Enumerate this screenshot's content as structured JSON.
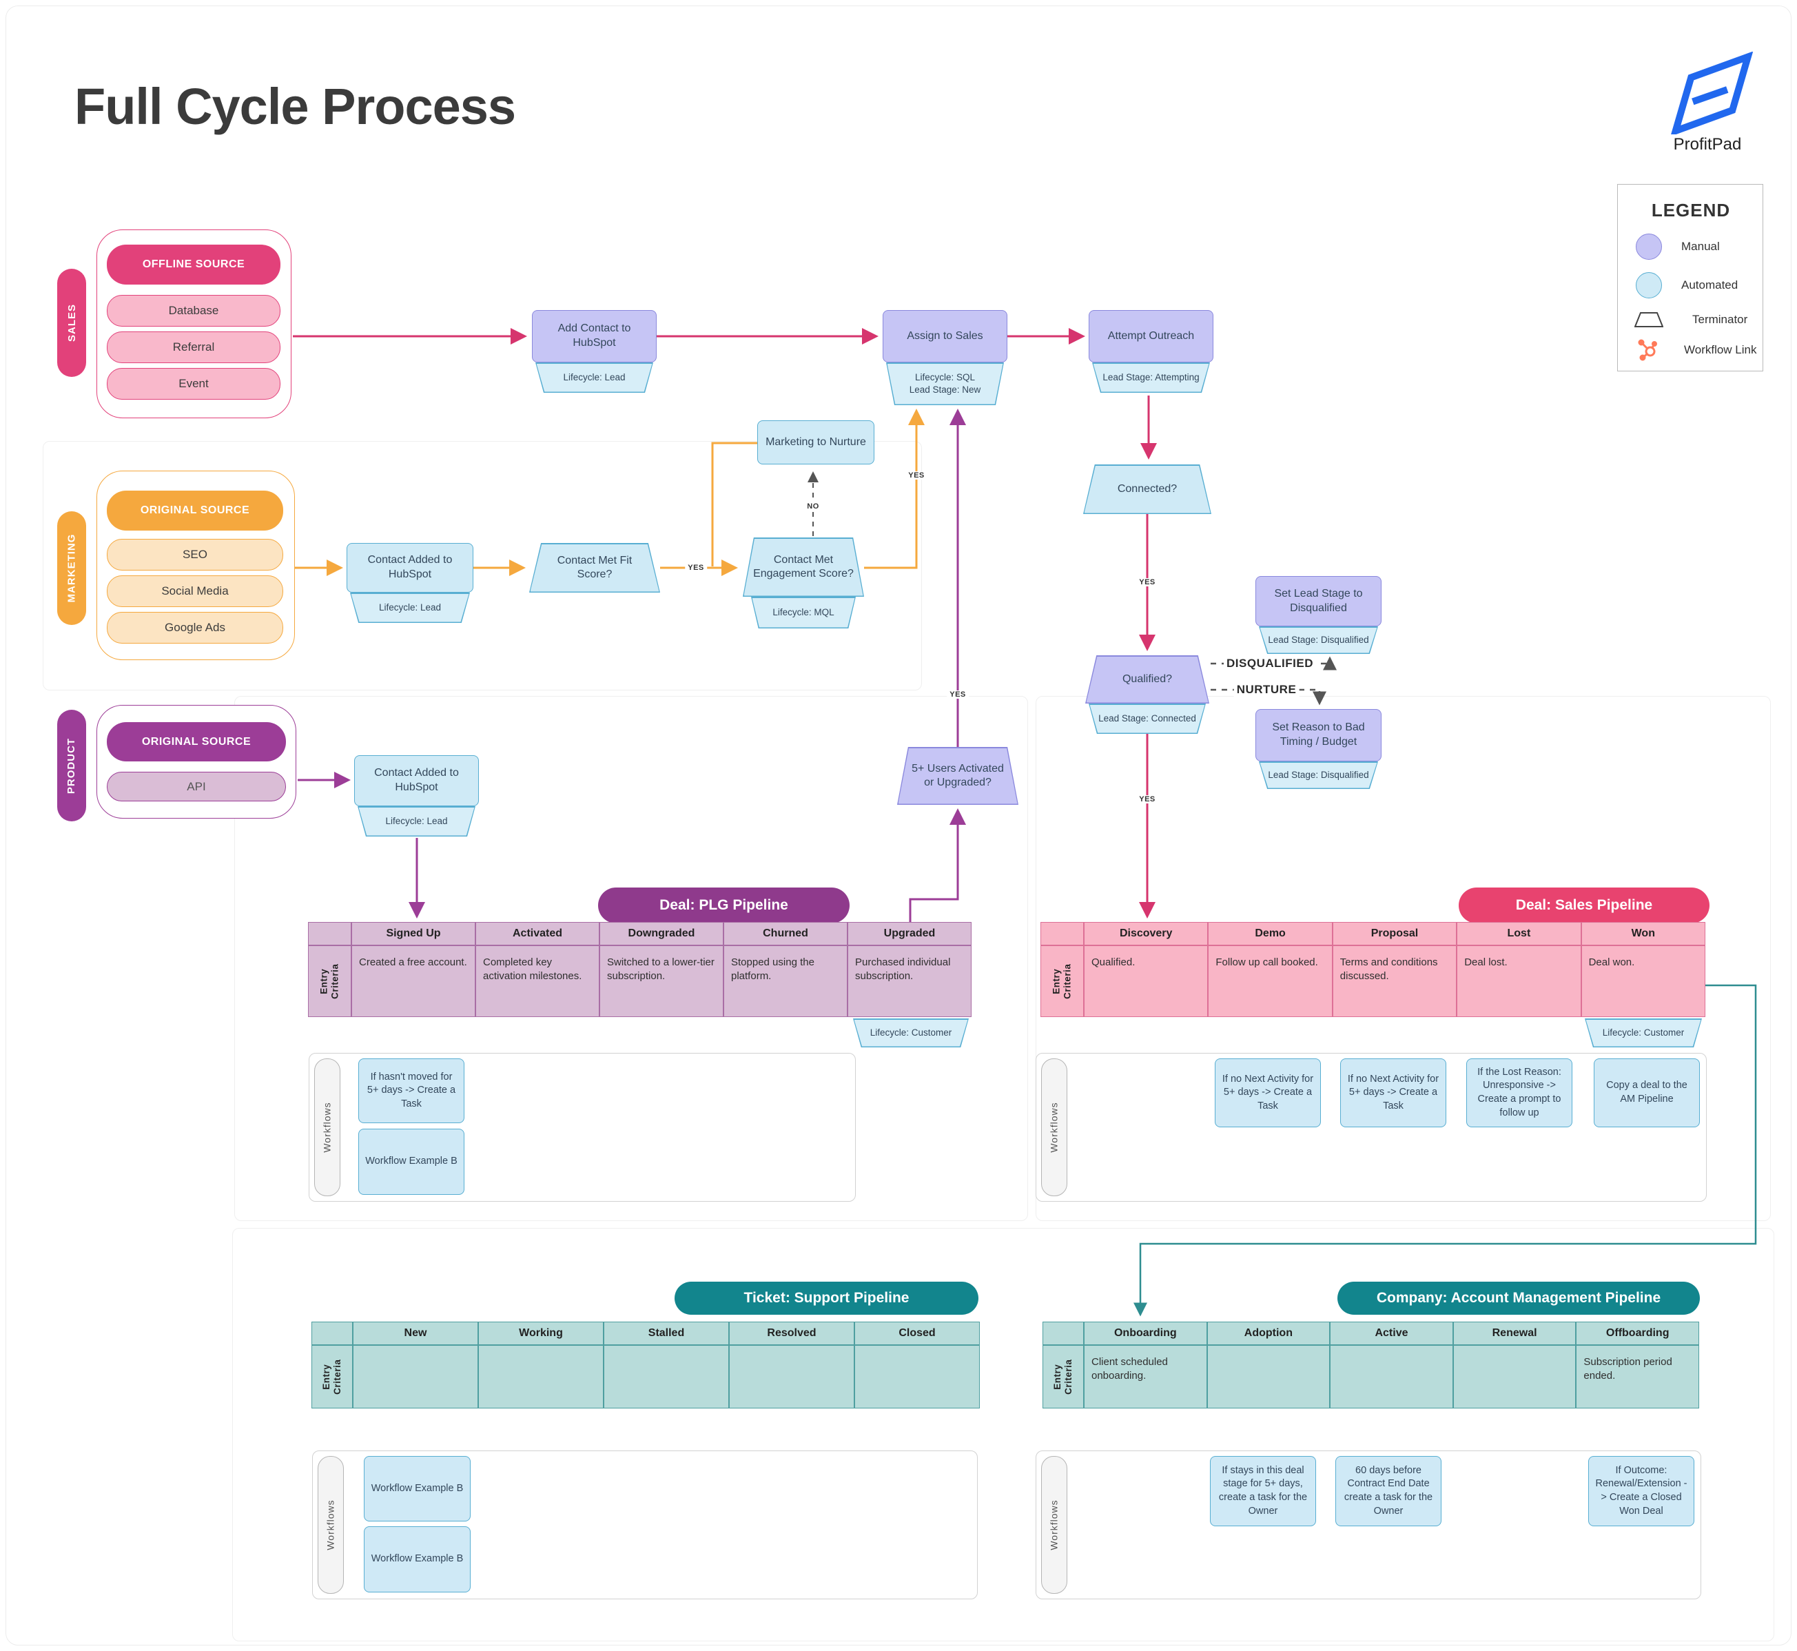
{
  "title": "Full Cycle Process",
  "brand": {
    "name": "ProfitPad"
  },
  "legend": {
    "title": "LEGEND",
    "items": [
      {
        "label": "Manual",
        "icon": "manual-circle"
      },
      {
        "label": "Automated",
        "icon": "automated-circle"
      },
      {
        "label": "Terminator",
        "icon": "terminator-trapezoid"
      },
      {
        "label": "Workflow Link",
        "icon": "hubspot-sprocket"
      }
    ]
  },
  "lanes": {
    "sales": "SALES",
    "marketing": "MARKETING",
    "product": "PRODUCT"
  },
  "groups": {
    "offline": {
      "header": "OFFLINE SOURCE",
      "items": [
        "Database",
        "Referral",
        "Event"
      ]
    },
    "marketing": {
      "header": "ORIGINAL SOURCE",
      "items": [
        "SEO",
        "Social Media",
        "Google Ads"
      ]
    },
    "product": {
      "header": "ORIGINAL SOURCE",
      "items": [
        "API"
      ]
    }
  },
  "nodes": {
    "add_contact": {
      "label": "Add Contact to HubSpot",
      "tag": "Lifecycle: Lead"
    },
    "assign_sales": {
      "label": "Assign to Sales",
      "tag": "Lifecycle: SQL\nLead Stage: New"
    },
    "attempt_outreach": {
      "label": "Attempt Outreach",
      "tag": "Lead Stage: Attempting"
    },
    "marketing_nurture": {
      "label": "Marketing to Nurture"
    },
    "contact_added_mkt": {
      "label": "Contact Added to HubSpot",
      "tag": "Lifecycle: Lead"
    },
    "fit_score": {
      "label": "Contact Met Fit Score?"
    },
    "engagement_score": {
      "label": "Contact Met Engagement Score?",
      "tag": "Lifecycle: MQL"
    },
    "connected": {
      "label": "Connected?"
    },
    "qualified": {
      "label": "Qualified?",
      "tag": "Lead Stage: Connected"
    },
    "set_disqualified": {
      "label": "Set Lead Stage to Disqualified",
      "tag": "Lead Stage: Disqualified"
    },
    "set_reason": {
      "label": "Set Reason to Bad Timing / Budget",
      "tag": "Lead Stage: Disqualified"
    },
    "contact_added_prod": {
      "label": "Contact Added to HubSpot",
      "tag": "Lifecycle: Lead"
    },
    "five_users": {
      "label": "5+ Users Activated or Upgraded?"
    }
  },
  "edge_labels": {
    "yes": "YES",
    "no": "NO",
    "disqualified": "DISQUALIFIED",
    "nurture": "NURTURE"
  },
  "pipelines": {
    "entry_criteria_label": "Entry Criteria",
    "workflows_label": "Workflows",
    "customer_tag": "Lifecycle: Customer",
    "plg": {
      "title": "Deal: PLG Pipeline",
      "columns": [
        "Signed Up",
        "Activated",
        "Downgraded",
        "Churned",
        "Upgraded"
      ],
      "criteria": [
        "Created a free account.",
        "Completed key activation milestones.",
        "Switched to a lower-tier subscription.",
        "Stopped using the platform.",
        "Purchased individual subscription."
      ]
    },
    "sales": {
      "title": "Deal: Sales Pipeline",
      "columns": [
        "Discovery",
        "Demo",
        "Proposal",
        "Lost",
        "Won"
      ],
      "criteria": [
        "Qualified.",
        "Follow up call booked.",
        "Terms and conditions discussed.",
        "Deal lost.",
        "Deal won."
      ]
    },
    "ticket": {
      "title": "Ticket: Support Pipeline",
      "columns": [
        "New",
        "Working",
        "Stalled",
        "Resolved",
        "Closed"
      ],
      "criteria": [
        "",
        "",
        "",
        "",
        ""
      ]
    },
    "am": {
      "title": "Company: Account Management Pipeline",
      "columns": [
        "Onboarding",
        "Adoption",
        "Active",
        "Renewal",
        "Offboarding"
      ],
      "criteria": [
        "Client scheduled onboarding.",
        "",
        "",
        "",
        "Subscription period ended."
      ]
    }
  },
  "workflows": {
    "plg": [
      "If hasn't moved for 5+ days -> Create a Task",
      "Workflow Example B"
    ],
    "sales": [
      "If no Next Activity for 5+ days -> Create a Task",
      "If no Next Activity for 5+ days -> Create a Task",
      "If the Lost Reason: Unresponsive -> Create a prompt to follow up",
      "Copy a deal to the AM Pipeline"
    ],
    "ticket": [
      "Workflow Example B",
      "Workflow Example B"
    ],
    "am": [
      "If stays in this deal stage for 5+ days, create a task for the Owner",
      "60 days before Contract End Date create a task for the Owner",
      "If Outcome: Renewal/Extension -> Create a Closed Won Deal"
    ]
  },
  "colors": {
    "pink": "#e2417a",
    "pinkDark": "#d6356e",
    "pinkLight": "#f9b8cb",
    "orange": "#f5a83e",
    "orangeLight": "#fce4c2",
    "purple": "#9c3d97",
    "purpleLight": "#dabdd6",
    "manualFill": "#c6c5f5",
    "manualBorder": "#8a88dd",
    "autoFill": "#cfeaf6",
    "autoBorder": "#58aed2",
    "tagFill": "#d7eef8",
    "tagBorder": "#58aed2",
    "plgTitle": "#8f3a8c",
    "plgCell": "#d9bdd6",
    "plgBorder": "#a96ea5",
    "salesTitle": "#e8436f",
    "salesCell": "#f9b5c6",
    "salesBorder": "#dd7096",
    "teal": "#12858d",
    "tealCell": "#b8dcda",
    "tealBorder": "#4f9fa0",
    "tealArrow": "#2e8d90",
    "dash": "#555555",
    "logoBlue": "#2168ee",
    "hubspot": "#ff7a59",
    "text": "#33475b",
    "titleText": "#3b3b3b"
  }
}
